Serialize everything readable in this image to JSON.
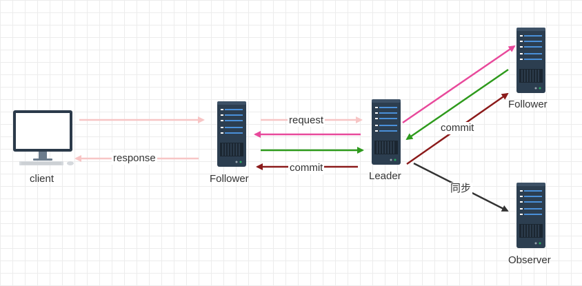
{
  "nodes": {
    "client": "client",
    "follower_mid": "Follower",
    "leader": "Leader",
    "follower_right": "Follower",
    "observer": "Observer"
  },
  "edges": {
    "request": "request",
    "response": "response",
    "commit_mid": "commit",
    "commit_right": "commit",
    "sync": "同步"
  },
  "colors": {
    "light_pink": "#f7c5c5",
    "pink": "#e8499b",
    "green": "#2e9a1c",
    "dark_red": "#8b1a1a",
    "dark_gray": "#333333",
    "server_body": "#2c3e50"
  }
}
